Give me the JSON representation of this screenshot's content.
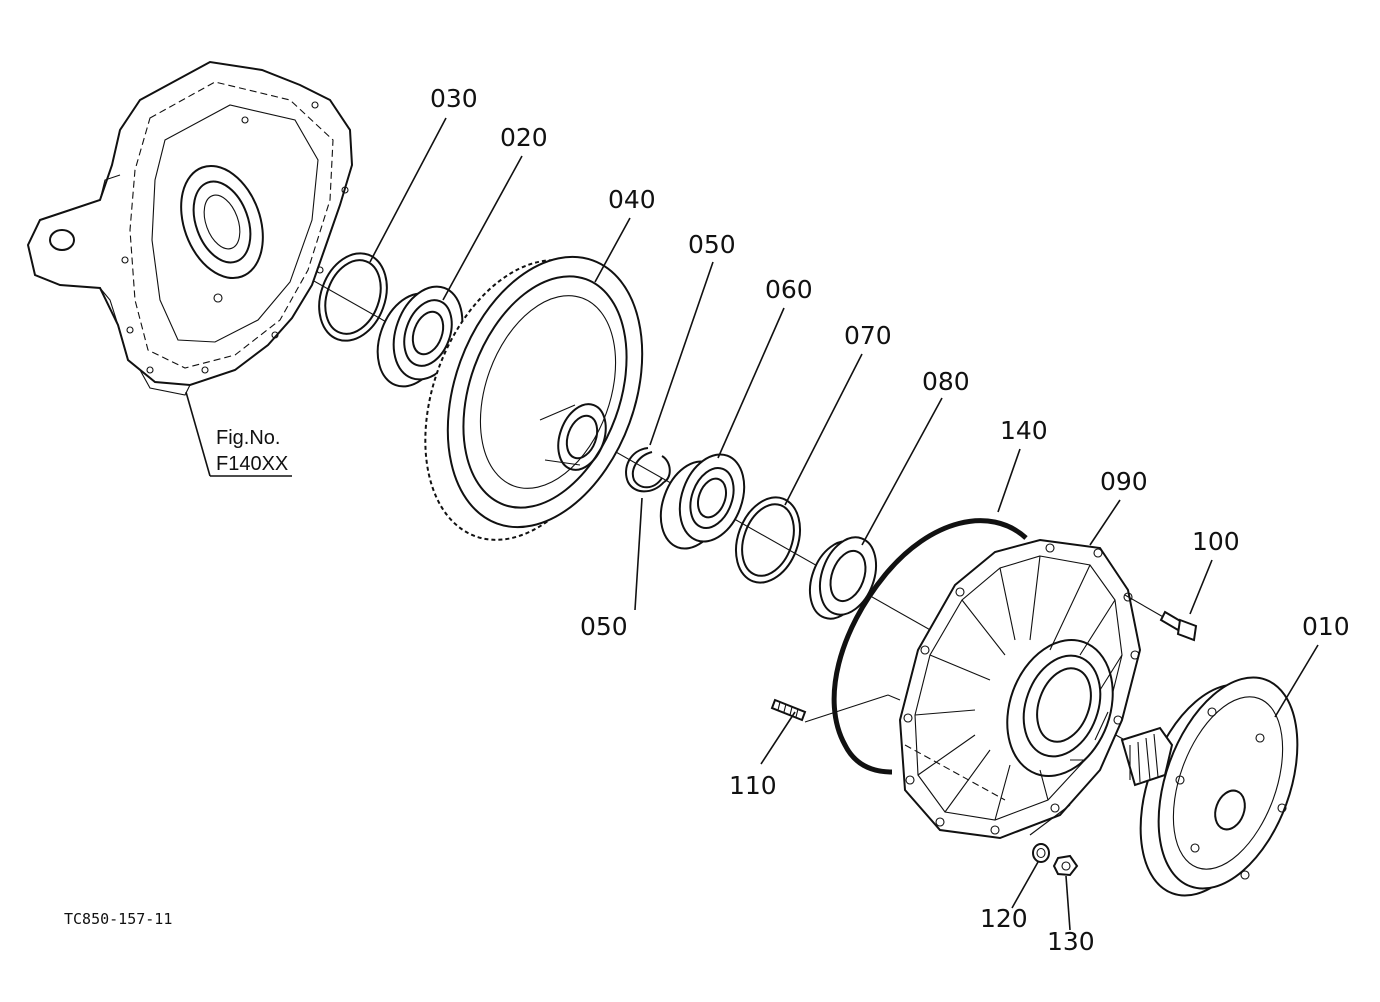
{
  "figure_reference": {
    "line1": "Fig.No.",
    "line2": "F140XX"
  },
  "drawing_code": "TC850-157-11",
  "callouts": {
    "p010": "010",
    "p020": "020",
    "p030": "030",
    "p040": "040",
    "p050a": "050",
    "p050b": "050",
    "p060": "060",
    "p070": "070",
    "p080": "080",
    "p090": "090",
    "p100": "100",
    "p110": "110",
    "p120": "120",
    "p130": "130",
    "p140": "140"
  }
}
